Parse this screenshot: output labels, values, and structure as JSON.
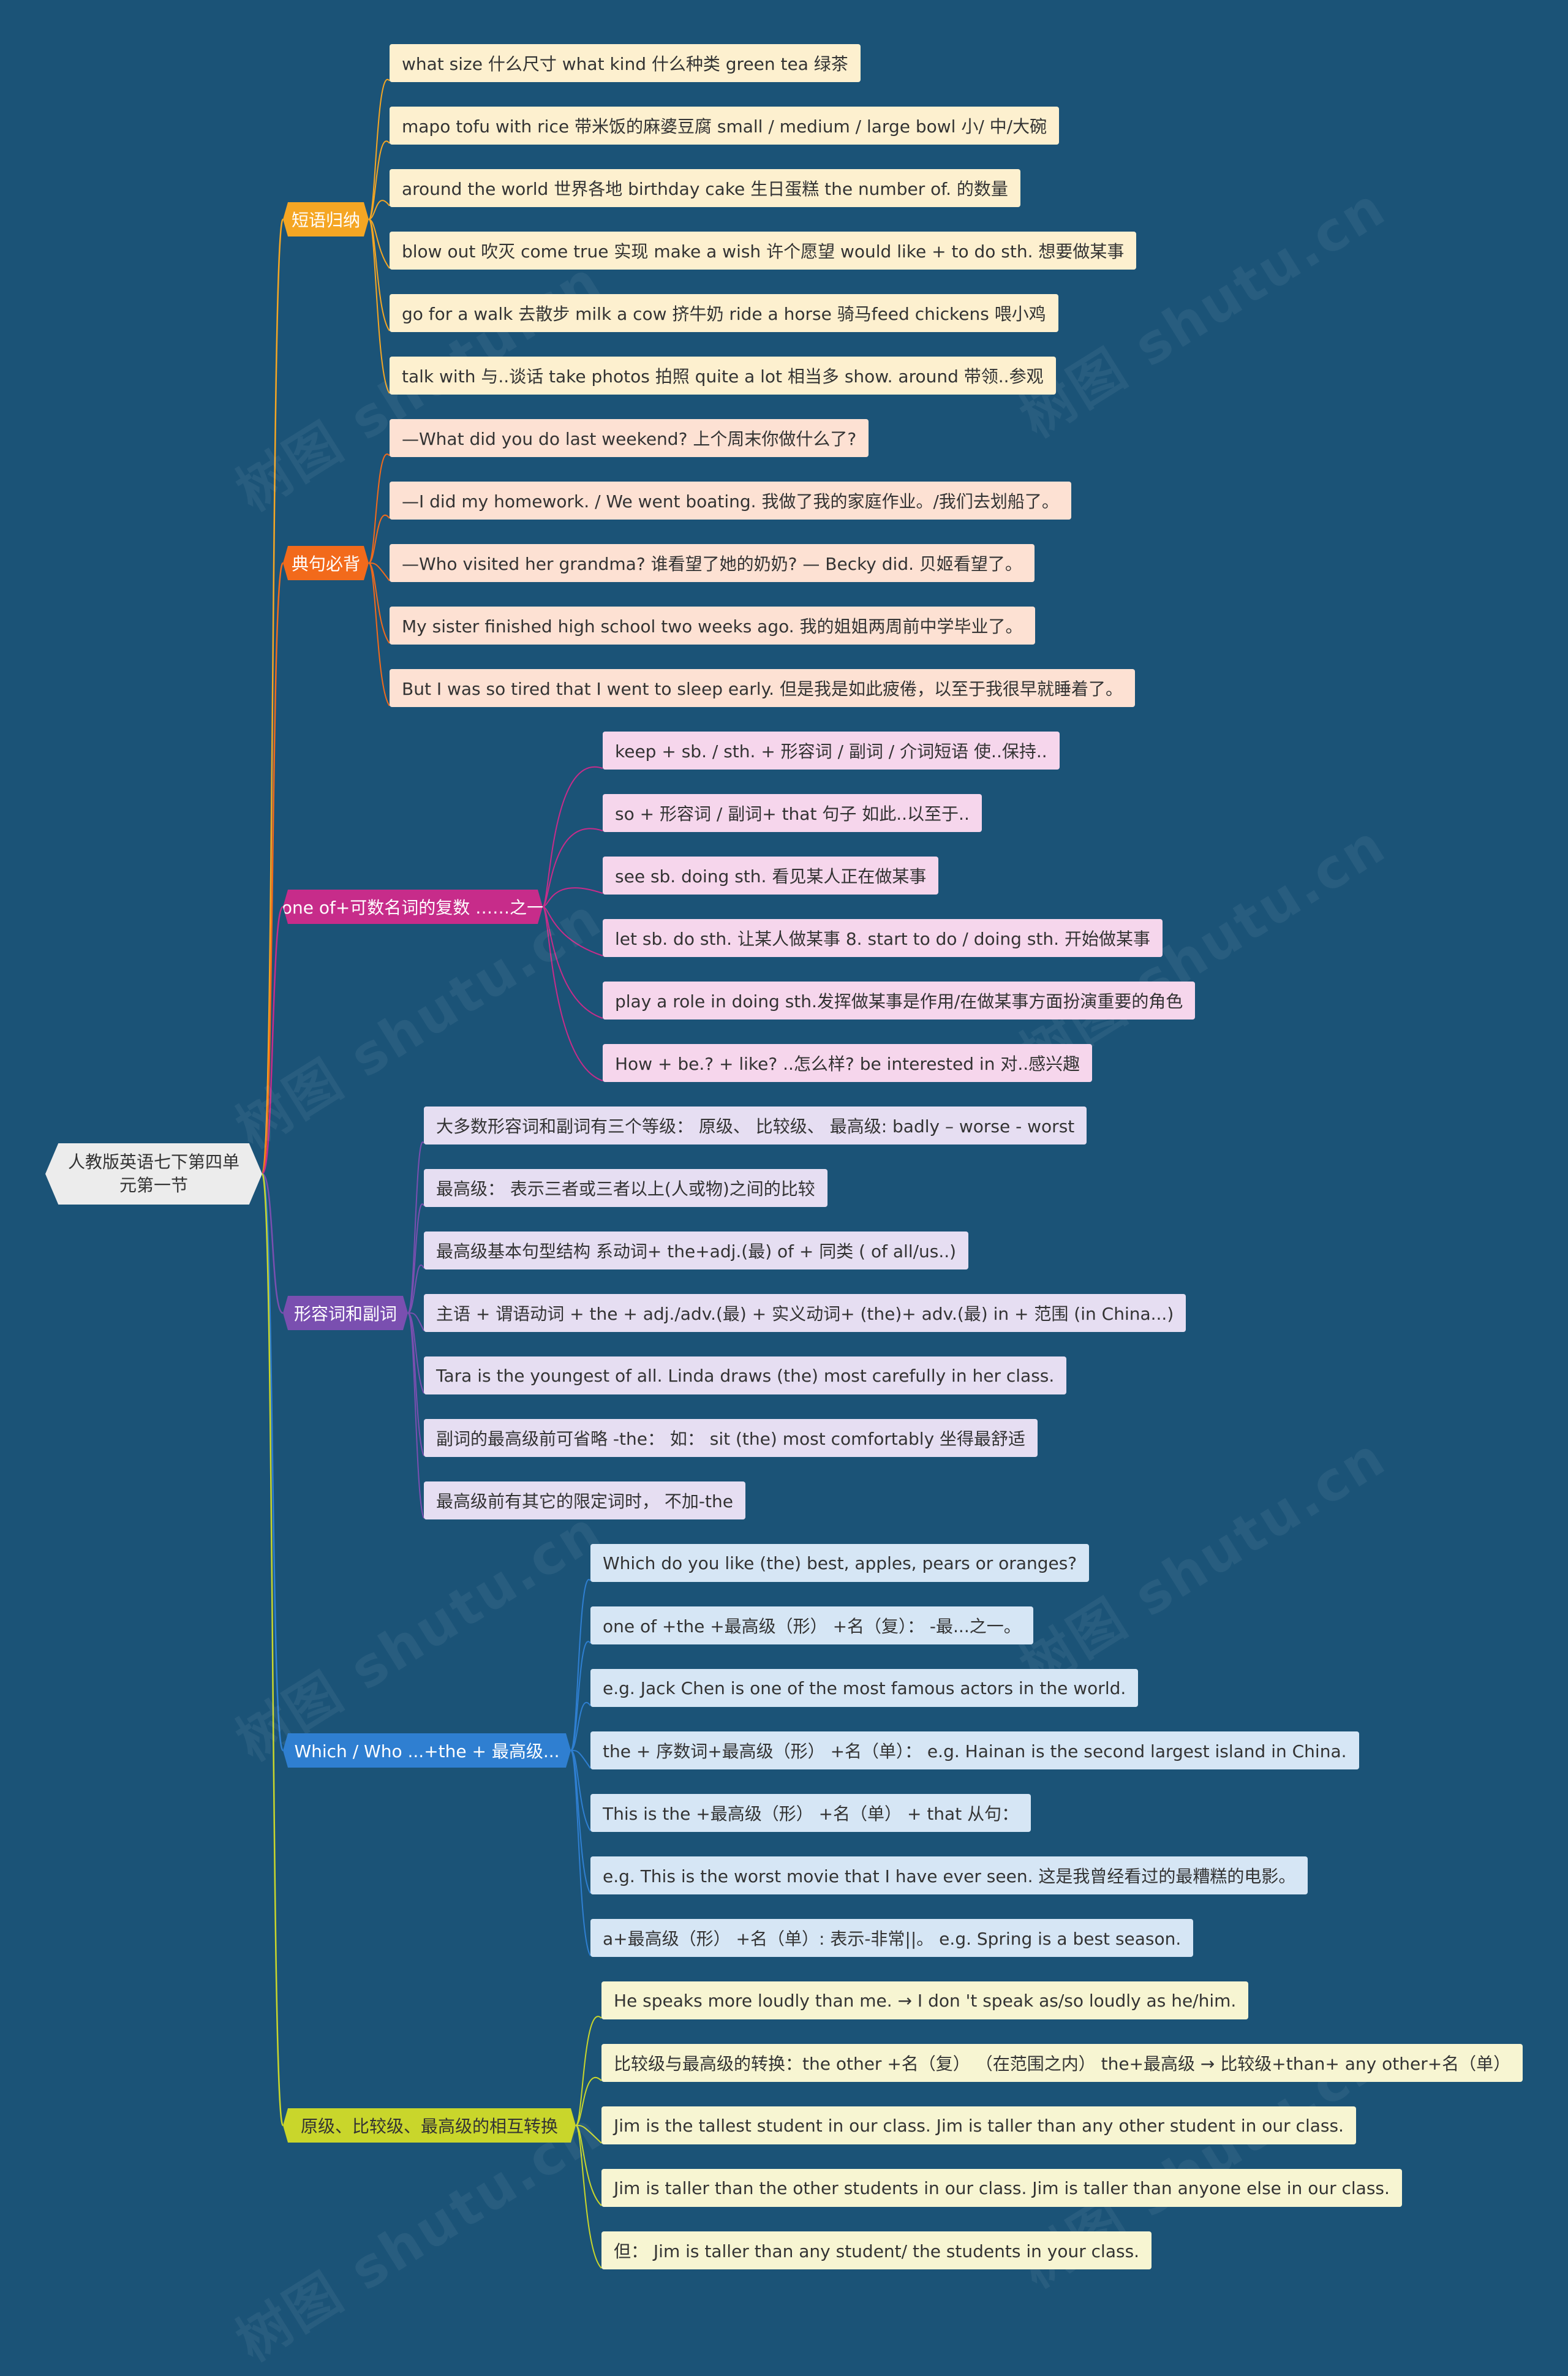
{
  "root": {
    "label": "人教版英语七下第四单元第一节"
  },
  "watermark": "树图 shutu.cn",
  "branches": [
    {
      "label": "短语归纳",
      "color": "#f5a623",
      "leaf_bg": "#fdf0cf",
      "line": "#f5a623",
      "items": [
        "what size 什么尺寸   what kind 什么种类   green tea 绿茶",
        "mapo tofu with rice 带米饭的麻婆豆腐   small / medium / large bowl 小/ 中/大碗",
        "  around the world 世界各地    birthday cake 生日蛋糕   the number of. 的数量",
        "  blow out 吹灭   come true 实现   make a wish 许个愿望 would like + to do sth. 想要做某事",
        "go for a walk 去散步    milk a cow 挤牛奶   ride a horse 骑马feed chickens   喂小鸡",
        "  talk with 与..谈话    take photos   拍照    quite a lot 相当多   show. around 带领..参观"
      ]
    },
    {
      "label": "典句必背",
      "color": "#f26a1b",
      "leaf_bg": "#fde1d3",
      "line": "#f26a1b",
      "items": [
        "  —What did you do last weekend?    上个周末你做什么了?",
        "—I did my homework. / We went boating. 我做了我的家庭作业。/我们去划船了。",
        "—Who visited her grandma? 谁看望了她的奶奶?  — Becky did. 贝姬看望了。",
        "  My sister finished high school two weeks ago. 我的姐姐两周前中学毕业了。",
        "But I was so tired that I went to sleep early. 但是我是如此疲倦，以至于我很早就睡着了。"
      ]
    },
    {
      "label": "one of+可数名词的复数 ……之一",
      "color": "#c72c8a",
      "leaf_bg": "#f6d6ec",
      "line": "#c72c8a",
      "items": [
        "keep + sb. / sth. + 形容词 / 副词 / 介词短语 使..保持..",
        "so + 形容词 / 副词+ that 句子 如此..以至于..",
        "    see sb. doing sth. 看见某人正在做某事",
        "let sb. do sth. 让某人做某事   8. start to do / doing sth. 开始做某事",
        "  play a role in doing sth.发挥做某事是作用/在做某事方面扮演重要的角色",
        "How + be.? + like? ..怎么样?  be interested in 对..感兴趣"
      ]
    },
    {
      "label": "形容词和副词",
      "color": "#7a4fb0",
      "leaf_bg": "#e6def2",
      "line": "#7a4fb0",
      "items": [
        "大多数形容词和副词有三个等级：  原级、  比较级、  最高级: badly – worse - worst",
        "    最高级：  表示三者或三者以上(人或物)之间的比较",
        "  最高级基本句型结构    系动词+ the+adj.(最) of + 同类 ( of all/us..)",
        "  主语 + 谓语动词 + the + adj./adv.(最) +  实义动词+ (the)+ adv.(最)   in + 范围 (in China...)",
        "Tara is the youngest of all. Linda draws (the) most carefully in her class.",
        "  副词的最高级前可省略 -the：  如：  sit (the) most comfortably 坐得最舒适",
        "    最高级前有其它的限定词时，  不加-the"
      ]
    },
    {
      "label": "Which / Who ...+the + 最高级...",
      "color": "#2f7fd1",
      "leaf_bg": "#d6e6f5",
      "line": "#2f7fd1",
      "items": [
        "  Which do you like (the) best, apples, pears or oranges?",
        "  one of +the +最高级（形）  +名（复）：  -最...之一。",
        "e.g. Jack Chen is one of the most famous actors in the world.",
        "the + 序数词+最高级（形）  +名（单）：   e.g. Hainan is the second largest island in China.",
        "This is the +最高级（形）  +名（单）  + that 从句：",
        "e.g. This is the worst movie that I have ever seen. 这是我曾经看过的最糟糕的电影。",
        "  a+最高级（形）  +名（单）: 表示-非常||。  e.g. Spring is a best season."
      ]
    },
    {
      "label": "原级、比较级、最高级的相互转换",
      "color": "#c9d62b",
      "leaf_bg": "#f7f5d2",
      "line": "#c9d62b",
      "items": [
        "  He speaks more loudly than me. → I don   't speak as/so loudly as he/him.",
        "  比较级与最高级的转换：the other +名（复）    （在范围之内）   the+最高级 → 比较级+than+ any other+名（单）",
        "  Jim is the tallest student in our class. Jim is taller than any other student in our class.",
        "    Jim is taller than the other students in our class. Jim is taller than anyone else in our class.",
        "  但：  Jim is taller than any student/ the students in your class."
      ]
    }
  ]
}
